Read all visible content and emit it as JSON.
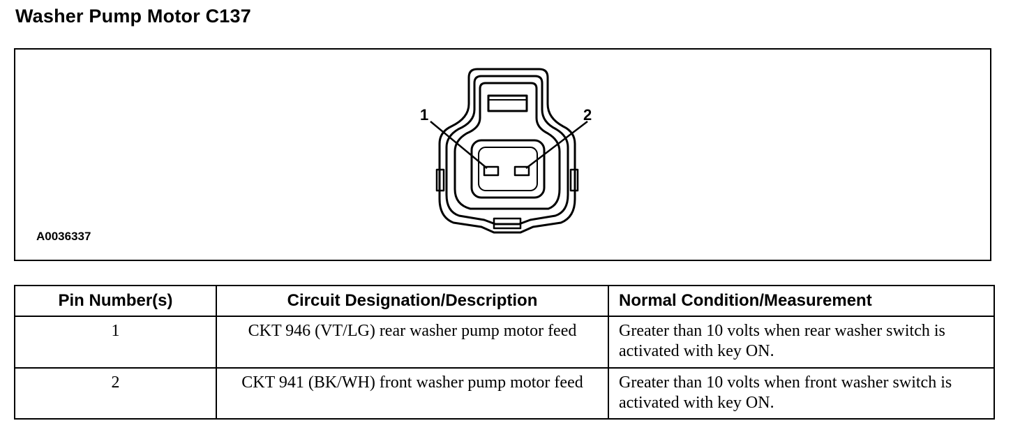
{
  "page": {
    "title": "Washer Pump Motor C137"
  },
  "figure": {
    "id": "A0036337",
    "pin_labels": [
      "1",
      "2"
    ]
  },
  "table": {
    "headers": [
      "Pin Number(s)",
      "Circuit Designation/Description",
      "Normal Condition/Measurement"
    ],
    "rows": [
      {
        "pin": "1",
        "circuit": "CKT 946 (VT/LG) rear washer pump motor feed",
        "condition": "Greater than 10 volts when rear washer switch is activated with key ON."
      },
      {
        "pin": "2",
        "circuit": "CKT 941 (BK/WH) front washer pump motor feed",
        "condition": "Greater than 10 volts when front washer switch is activated with key ON."
      }
    ]
  }
}
